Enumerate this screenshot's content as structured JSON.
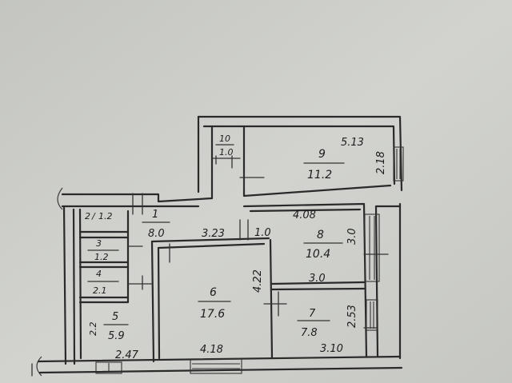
{
  "rooms": [
    {
      "id": "r10",
      "number": "10",
      "area": "1.0"
    },
    {
      "id": "r9",
      "number": "9",
      "area": "11.2"
    },
    {
      "id": "r1",
      "number": "1",
      "area": "8.0"
    },
    {
      "id": "r2",
      "number": "2",
      "area": "1.2"
    },
    {
      "id": "r3",
      "number": "3",
      "area": "1.2"
    },
    {
      "id": "r4",
      "number": "4",
      "area": "2.1"
    },
    {
      "id": "r5",
      "number": "5",
      "area": "5.9"
    },
    {
      "id": "r6",
      "number": "6",
      "area": "17.6"
    },
    {
      "id": "r7",
      "number": "7",
      "area": "7.8"
    },
    {
      "id": "r8",
      "number": "8",
      "area": "10.4"
    }
  ],
  "dimensions": {
    "d9_top": "5.13",
    "d9_side": "2.18",
    "d8_top": "4.08",
    "d8_side": "3.0",
    "d1_width": "3.23",
    "d1_side": "1.0",
    "d6_side": "4.22",
    "d6_bottom": "4.18",
    "d7_top": "3.0",
    "d7_side": "2.53",
    "d7_bottom": "3.10",
    "d5_side": "2.2",
    "d5_bottom": "2.47"
  }
}
